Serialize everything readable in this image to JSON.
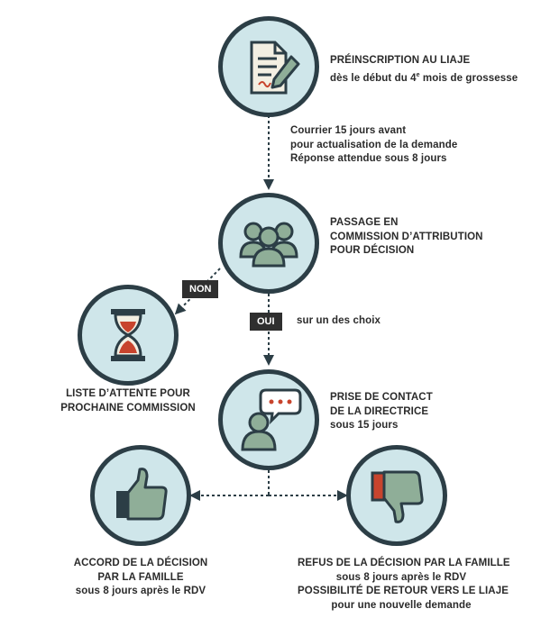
{
  "step1": {
    "title": "PRÉINSCRIPTION AU LIAJE",
    "subtitle_pre": "dès le début du 4",
    "subtitle_sup": "e",
    "subtitle_post": " mois de grossesse"
  },
  "transition1": {
    "lines": [
      "Courrier 15 jours avant",
      "pour actualisation de la demande",
      "Réponse attendue sous 8 jours"
    ]
  },
  "step2": {
    "lines": [
      "PASSAGE EN",
      "COMMISSION D’ATTRIBUTION",
      "POUR DÉCISION"
    ]
  },
  "no_tag": "NON",
  "yes_tag": "OUI",
  "yes_note": "sur un des choix",
  "waitlist": {
    "lines": [
      "LISTE D’ATTENTE POUR",
      "PROCHAINE COMMISSION"
    ]
  },
  "step3": {
    "lines": [
      "PRISE DE CONTACT",
      "DE LA DIRECTRICE",
      "sous 15 jours"
    ]
  },
  "accept": {
    "lines": [
      "ACCORD DE LA DÉCISION",
      "PAR LA FAMILLE",
      "sous 8 jours après le RDV"
    ]
  },
  "refuse": {
    "lines": [
      "REFUS DE LA DÉCISION PAR LA FAMILLE",
      "sous 8 jours après le RDV",
      "POSSIBILITÉ DE RETOUR VERS LE LIAJE",
      "pour une nouvelle demande"
    ]
  },
  "colors": {
    "circle_fill": "#cfe6ea",
    "circle_border": "#2c3e46",
    "icon_green": "#8fae98",
    "icon_red": "#c8442d",
    "icon_dark": "#2c3e46",
    "tag_bg": "#2f2f2f"
  },
  "icons": {
    "step1": "document-pen-icon",
    "step2": "group-people-icon",
    "waitlist": "hourglass-icon",
    "step3": "person-speech-bubble-icon",
    "accept": "thumbs-up-icon",
    "refuse": "thumbs-down-icon"
  }
}
